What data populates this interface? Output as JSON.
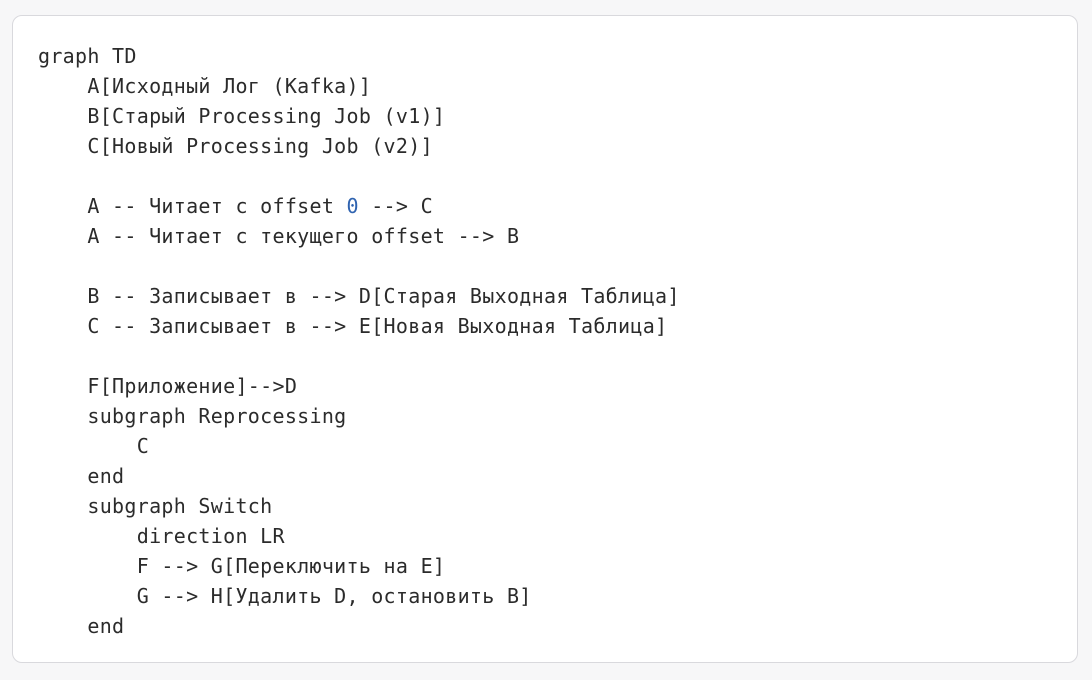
{
  "colors": {
    "background": "#f7f7f8",
    "card": "#ffffff",
    "border": "#d9d9dd",
    "text": "#2b2b2b",
    "number": "#2f63b0"
  },
  "code": {
    "lines": [
      "graph TD",
      "    A[Исходный Лог (Kafka)]",
      "    B[Старый Processing Job (v1)]",
      "    C[Новый Processing Job (v2)]",
      "",
      "    A -- Читает с offset ",
      "    A -- Читает с текущего offset --> B",
      "",
      "    B -- Записывает в --> D[Старая Выходная Таблица]",
      "    C -- Записывает в --> E[Новая Выходная Таблица]",
      "",
      "    F[Приложение]-->D",
      "    subgraph Reprocessing",
      "        C",
      "    end",
      "    subgraph Switch",
      "        direction LR",
      "        F --> G[Переключить на E]",
      "        G --> H[Удалить D, остановить B]",
      "    end"
    ],
    "line6_number": "0",
    "line6_tail": " --> C"
  }
}
